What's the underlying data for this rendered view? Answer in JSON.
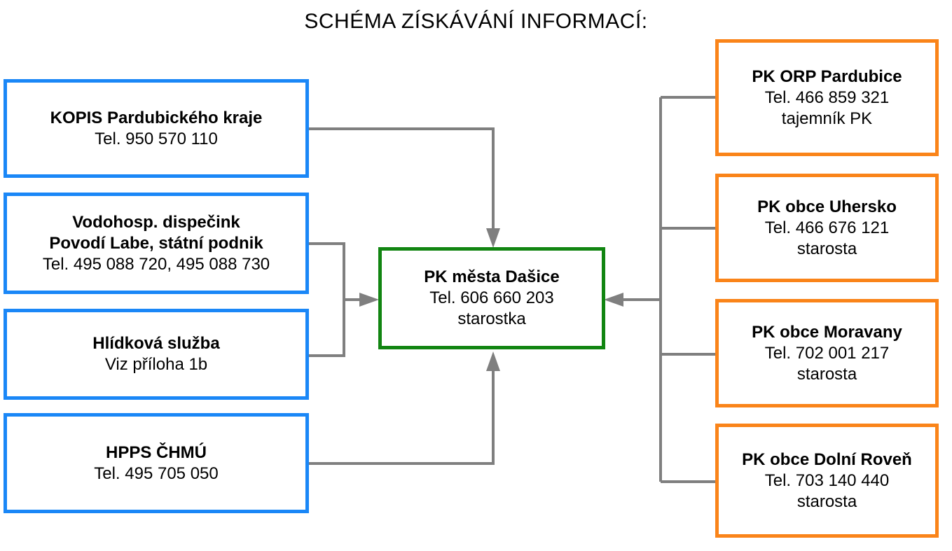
{
  "title": "SCHÉMA ZÍSKÁVÁNÍ INFORMACÍ:",
  "colors": {
    "left_border": "#1a87f7",
    "right_border": "#fa8419",
    "center_border": "#118511",
    "connector": "#7f7f7f"
  },
  "center": {
    "name": "PK města Dašice",
    "phone": "Tel. 606 660 203",
    "role": "starostka"
  },
  "left": [
    {
      "name": "KOPIS Pardubického kraje",
      "phone": "Tel. 950 570 110"
    },
    {
      "name_line1": "Vodohosp. dispečink",
      "name_line2": "Povodí Labe, státní podnik",
      "phone": "Tel. 495 088 720, 495 088 730"
    },
    {
      "name": "Hlídková služba",
      "phone": "Viz příloha 1b"
    },
    {
      "name": "HPPS ČHMÚ",
      "phone": "Tel. 495 705 050"
    }
  ],
  "right": [
    {
      "name": "PK ORP Pardubice",
      "phone": "Tel. 466 859 321",
      "role": "tajemník PK"
    },
    {
      "name": "PK obce Uhersko",
      "phone": "Tel. 466 676 121",
      "role": "starosta"
    },
    {
      "name": "PK obce Moravany",
      "phone": "Tel. 702 001 217",
      "role": "starosta"
    },
    {
      "name": "PK obce Dolní Roveň",
      "phone": "Tel. 703 140 440",
      "role": "starosta"
    }
  ]
}
